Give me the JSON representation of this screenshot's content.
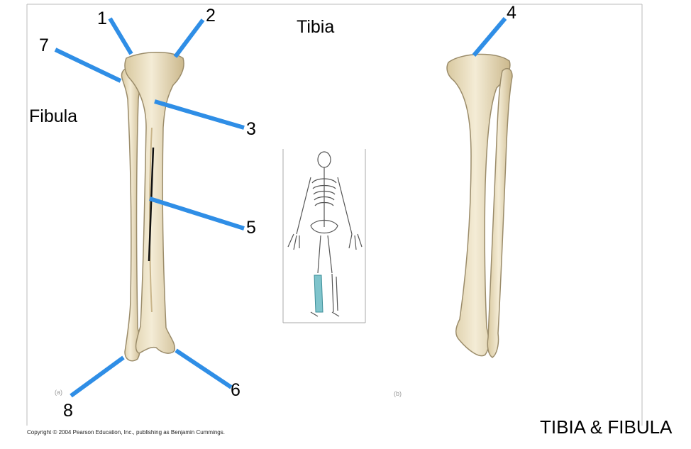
{
  "title": "TIBIA & FIBULA",
  "bone_labels": {
    "tibia": "Tibia",
    "fibula": "Fibula"
  },
  "numbers": [
    "1",
    "2",
    "3",
    "4",
    "5",
    "6",
    "7",
    "8"
  ],
  "panel_marks": {
    "left": "(a)",
    "right": "(b)"
  },
  "copyright": "Copyright © 2004 Pearson Education, Inc., publishing as Benjamin Cummings.",
  "colors": {
    "leader": "#2f8ee6",
    "bone_fill": "#eee4c8",
    "bone_stroke": "#9b8c6a",
    "highlight": "#7fc4cc",
    "frame": "#bbbbbb"
  }
}
